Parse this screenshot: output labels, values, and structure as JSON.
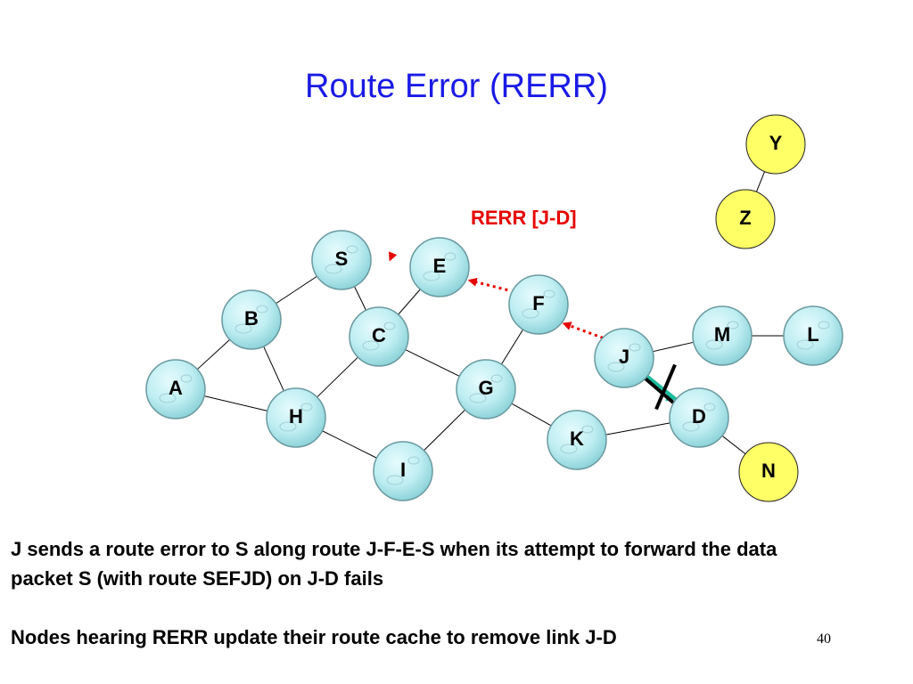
{
  "title": "Route Error (RERR)",
  "rerr_label": "RERR [J-D]",
  "colors": {
    "title": "#1a1ae6",
    "rerr": "#e60000",
    "node_fill": "#bfeef2",
    "node_highlight_fill": "#ffff66",
    "broken_link": "#1abc9c",
    "broken_mark": "#000000"
  },
  "nodes": [
    {
      "id": "S",
      "label": "S",
      "style": "network"
    },
    {
      "id": "E",
      "label": "E",
      "style": "network"
    },
    {
      "id": "F",
      "label": "F",
      "style": "network"
    },
    {
      "id": "B",
      "label": "B",
      "style": "network"
    },
    {
      "id": "C",
      "label": "C",
      "style": "network"
    },
    {
      "id": "J",
      "label": "J",
      "style": "network"
    },
    {
      "id": "M",
      "label": "M",
      "style": "network"
    },
    {
      "id": "L",
      "label": "L",
      "style": "network"
    },
    {
      "id": "A",
      "label": "A",
      "style": "network"
    },
    {
      "id": "G",
      "label": "G",
      "style": "network"
    },
    {
      "id": "H",
      "label": "H",
      "style": "network"
    },
    {
      "id": "K",
      "label": "K",
      "style": "network"
    },
    {
      "id": "D",
      "label": "D",
      "style": "network"
    },
    {
      "id": "I",
      "label": "I",
      "style": "network"
    },
    {
      "id": "Y",
      "label": "Y",
      "style": "highlight"
    },
    {
      "id": "Z",
      "label": "Z",
      "style": "highlight"
    },
    {
      "id": "N",
      "label": "N",
      "style": "highlight"
    }
  ],
  "links": [
    [
      "S",
      "B"
    ],
    [
      "S",
      "C"
    ],
    [
      "E",
      "C"
    ],
    [
      "B",
      "A"
    ],
    [
      "B",
      "H"
    ],
    [
      "A",
      "H"
    ],
    [
      "C",
      "H"
    ],
    [
      "C",
      "G"
    ],
    [
      "F",
      "G"
    ],
    [
      "H",
      "I"
    ],
    [
      "G",
      "I"
    ],
    [
      "G",
      "K"
    ],
    [
      "K",
      "D"
    ],
    [
      "J",
      "M"
    ],
    [
      "M",
      "L"
    ],
    [
      "D",
      "N"
    ],
    [
      "Y",
      "Z"
    ]
  ],
  "broken_link": [
    "J",
    "D"
  ],
  "rerr_path": [
    [
      "J",
      "F"
    ],
    [
      "F",
      "E"
    ],
    [
      "E",
      "S"
    ]
  ],
  "captions": [
    "J sends a route error to S along route J-F-E-S when its attempt to forward the data packet S (with route SEFJD) on J-D fails",
    "Nodes hearing RERR update their route cache to remove link J-D"
  ],
  "page_number": "40"
}
